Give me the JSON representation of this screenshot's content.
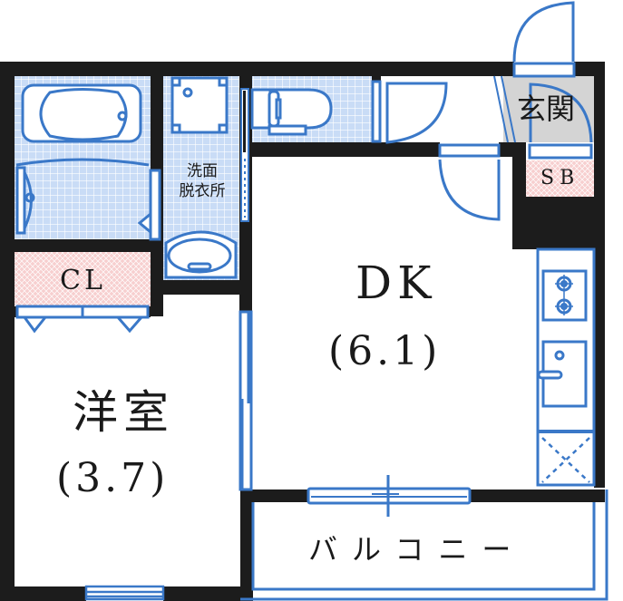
{
  "colors": {
    "wall": "#1c1c1c",
    "fixture_blue": "#3a78c8",
    "tile_fill": "#c9dcf6",
    "tile_grid": "#ffffff",
    "storage_fill": "#f7cfcf",
    "entrance_fill": "#d4d4d4",
    "text": "#1a1a1a"
  },
  "rooms": {
    "dk": {
      "name": "DK",
      "area": "(6.1)"
    },
    "western_room": {
      "name": "洋室",
      "area": "(3.7)"
    },
    "washroom": {
      "line1": "洗面",
      "line2": "脱衣所"
    },
    "closet": {
      "name": "CL"
    },
    "entrance": {
      "name": "玄関"
    },
    "shoe_box": {
      "name": "SB"
    },
    "balcony": {
      "name": "バルコニー"
    }
  },
  "fixtures": [
    "bathtub",
    "washing-machine",
    "toilet",
    "wash-basin",
    "gas-stove",
    "kitchen-sink",
    "refrigerator-space"
  ]
}
